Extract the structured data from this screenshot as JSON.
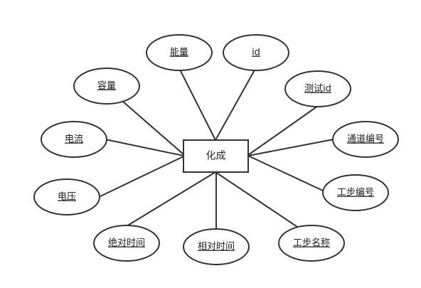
{
  "diagram": {
    "entity": {
      "label": "化成"
    },
    "attributes": [
      {
        "id": "nengliang",
        "label": "能量",
        "primary_key": true
      },
      {
        "id": "id",
        "label": "id",
        "primary_key": true
      },
      {
        "id": "rongliang",
        "label": "容量",
        "primary_key": true
      },
      {
        "id": "ceshi-id",
        "label": "测试id",
        "primary_key": true
      },
      {
        "id": "dianliu",
        "label": "电流",
        "primary_key": true
      },
      {
        "id": "tongdao-bianhao",
        "label": "通道编号",
        "primary_key": true
      },
      {
        "id": "gongbu-bianhao",
        "label": "工步编号",
        "primary_key": true
      },
      {
        "id": "dianya",
        "label": "电压",
        "primary_key": true
      },
      {
        "id": "juedui-shijian",
        "label": "绝对时间",
        "primary_key": true
      },
      {
        "id": "xiangdui-shijian",
        "label": "相对时间",
        "primary_key": true
      },
      {
        "id": "gongbu-mingcheng",
        "label": "工步名称",
        "primary_key": true
      }
    ]
  }
}
